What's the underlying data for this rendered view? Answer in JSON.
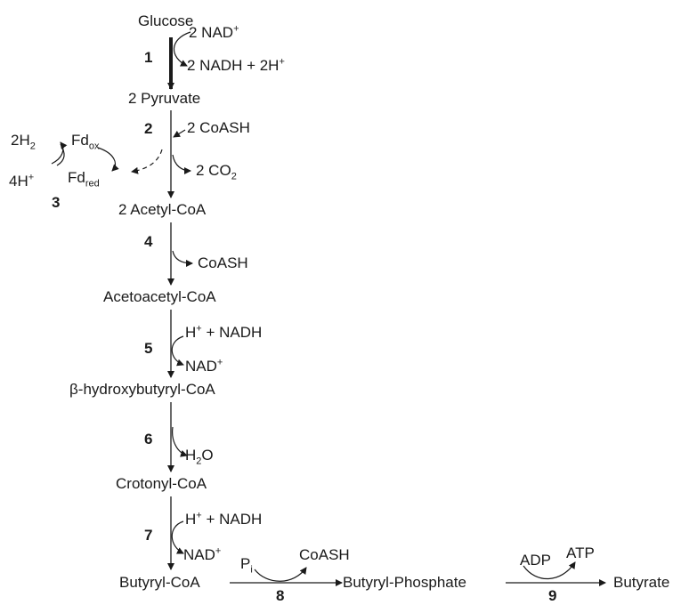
{
  "metabolites": {
    "glucose": "Glucose",
    "pyruvate": "2 Pyruvate",
    "acetyl_coa": "2 Acetyl-CoA",
    "acetoacetyl_coa": "Acetoacetyl-CoA",
    "hydroxybutyryl_coa": "β-hydroxybutyryl-CoA",
    "crotonyl_coa": "Crotonyl-CoA",
    "butyryl_coa": "Butyryl-CoA",
    "butyryl_phosphate": "Butyryl-Phosphate",
    "butyrate": "Butyrate"
  },
  "steps": [
    "1",
    "2",
    "3",
    "4",
    "5",
    "6",
    "7",
    "8",
    "9"
  ],
  "cofactors": {
    "s1_in_base": "2 NAD",
    "s1_in_sup": "+",
    "s1_out_a": "2 NADH + 2H",
    "s1_out_a_sup": "+",
    "s2_in": "2 CoASH",
    "s2_out_base": "2 CO",
    "s2_out_sub": "2",
    "h2_base": "2H",
    "h2_sub": "2",
    "h4_base": "4H",
    "h4_sup": "+",
    "fd_ox_base": "Fd",
    "fd_ox_sub": "ox",
    "fd_red_base": "Fd",
    "fd_red_sub": "red",
    "s4_out": "CoASH",
    "s5_in_h": "H",
    "s5_in_h_sup": "+",
    "s5_in_rest": " + NADH",
    "s5_out_base": "NAD",
    "s5_out_sup": "+",
    "s6_out_a": "H",
    "s6_out_sub": "2",
    "s6_out_b": "O",
    "s7_in_h": "H",
    "s7_in_h_sup": "+",
    "s7_in_rest": " + NADH",
    "s7_out_base": "NAD",
    "s7_out_sup": "+",
    "s8_in_base": "P",
    "s8_in_sub": "i",
    "s8_out": "CoASH",
    "s9_in": "ADP",
    "s9_out": "ATP"
  }
}
